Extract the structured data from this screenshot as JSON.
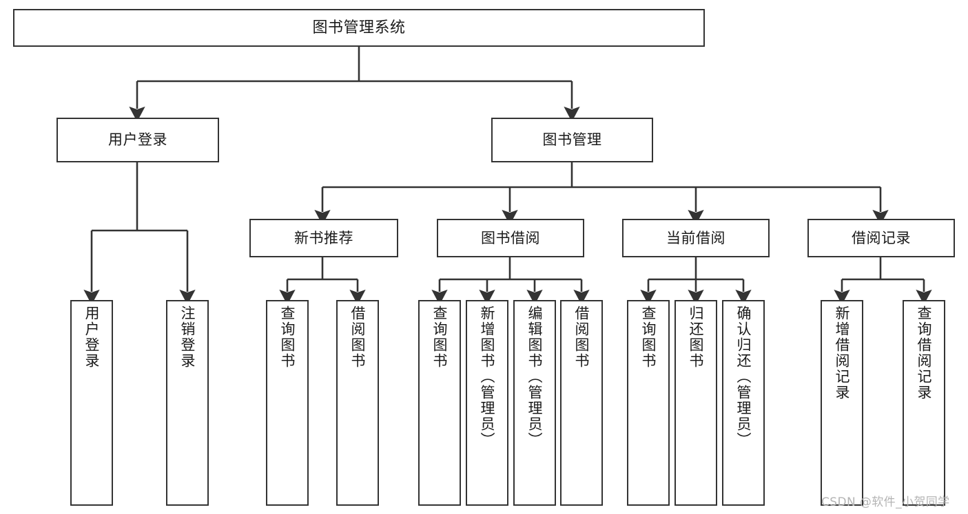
{
  "diagram": {
    "title": "图书管理系统",
    "type": "tree-hierarchy",
    "watermark": "CSDN @软件_小贺同学",
    "colors": {
      "box_border": "#333333",
      "box_fill": "#ffffff",
      "connector": "#333333",
      "text": "#1a1a1a",
      "watermark": "#b4b4b4",
      "page_background": "#ffffff"
    },
    "nodes": {
      "root": {
        "label": "图书管理系统"
      },
      "level1": [
        {
          "id": "user-login",
          "label": "用户登录"
        },
        {
          "id": "book-manage",
          "label": "图书管理"
        }
      ],
      "level2": [
        {
          "id": "new-book-recommend",
          "label": "新书推荐"
        },
        {
          "id": "book-borrow",
          "label": "图书借阅"
        },
        {
          "id": "current-borrow",
          "label": "当前借阅"
        },
        {
          "id": "borrow-record",
          "label": "借阅记录"
        }
      ],
      "leaves": {
        "user-login": [
          {
            "id": "leaf-user-login",
            "label": "用户登录"
          },
          {
            "id": "leaf-logout-login",
            "label": "注销登录"
          }
        ],
        "new-book-recommend": [
          {
            "id": "leaf-query-book-1",
            "label": "查询图书"
          },
          {
            "id": "leaf-borrow-book-1",
            "label": "借阅图书"
          }
        ],
        "book-borrow": [
          {
            "id": "leaf-query-book-2",
            "label": "查询图书"
          },
          {
            "id": "leaf-add-book",
            "label": "新增图书（管理员）"
          },
          {
            "id": "leaf-edit-book",
            "label": "编辑图书（管理员）"
          },
          {
            "id": "leaf-borrow-book-2",
            "label": "借阅图书"
          }
        ],
        "current-borrow": [
          {
            "id": "leaf-query-book-3",
            "label": "查询图书"
          },
          {
            "id": "leaf-return-book",
            "label": "归还图书"
          },
          {
            "id": "leaf-confirm-return",
            "label": "确认归还（管理员）"
          }
        ],
        "borrow-record": [
          {
            "id": "leaf-add-record",
            "label": "新增借阅记录"
          },
          {
            "id": "leaf-query-record",
            "label": "查询借阅记录"
          }
        ]
      }
    }
  }
}
